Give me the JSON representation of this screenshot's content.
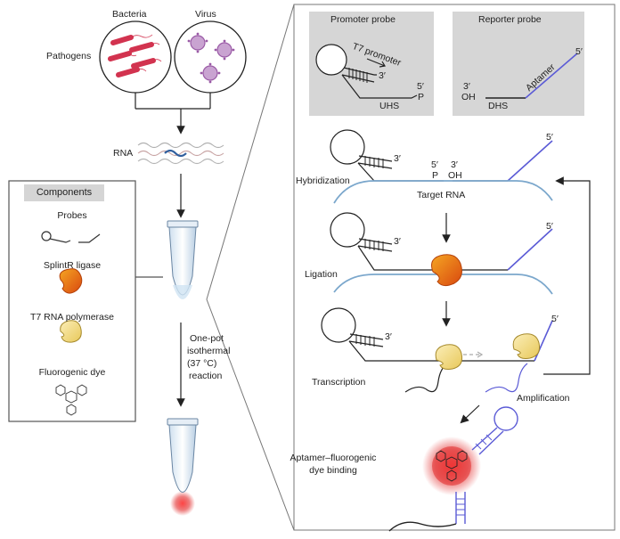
{
  "pathogens": {
    "label": "Pathogens",
    "bacteria_label": "Bacteria",
    "virus_label": "Virus"
  },
  "rna_label": "RNA",
  "components": {
    "title": "Components",
    "items": [
      "Probes",
      "SplintR ligase",
      "T7 RNA polymerase",
      "Fluorogenic dye"
    ]
  },
  "reaction_text": [
    "One-pot",
    "isothermal",
    "(37 °C)",
    "reaction"
  ],
  "promoter_probe": {
    "title": "Promoter probe",
    "promoter_label": "T7 promoter",
    "three_prime": "3′",
    "five_prime": "5′",
    "phosphate": "P",
    "segment": "UHS"
  },
  "reporter_probe": {
    "title": "Reporter probe",
    "three_prime": "3′",
    "hydroxyl": "OH",
    "aptamer": "Aptamer",
    "five_prime": "5′",
    "segment": "DHS"
  },
  "steps": {
    "hybridization": "Hybridization",
    "target_rna": "Target RNA",
    "ligation": "Ligation",
    "transcription": "Transcription",
    "amplification": "Amplification",
    "binding": [
      "Aptamer–fluorogenic",
      "dye binding"
    ]
  },
  "hyb_marks": {
    "five": "5′",
    "three": "3′",
    "p": "P",
    "oh": "OH"
  },
  "end_mark_3": "3′",
  "end_mark_5": "5′",
  "colors": {
    "bacteria": "#d2334f",
    "virus": "#b06bb8",
    "ligase": "#e8731a",
    "polymerase": "#f5dc8a",
    "aptamer": "#5b5bd6",
    "target_rna": "#7ba7cc",
    "glow": "#e22a2a",
    "probe_box": "#d6d6d6"
  }
}
